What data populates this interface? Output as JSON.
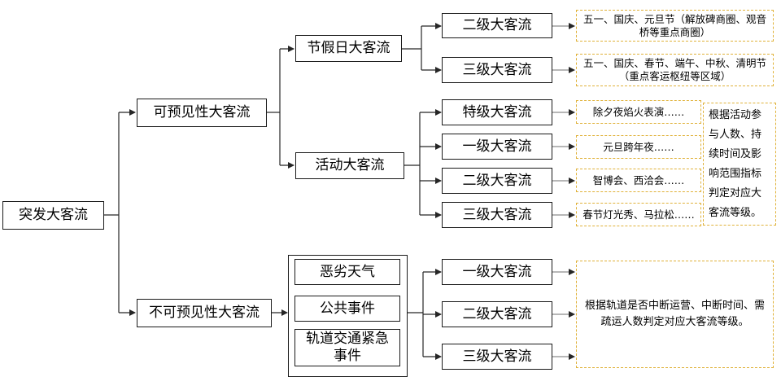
{
  "root": {
    "label": "突发大客流"
  },
  "predictable": {
    "label": "可预见性大客流",
    "holiday": {
      "label": "节假日大客流",
      "levels": [
        {
          "label": "二级大客流",
          "note": "五一、国庆、元旦节（解放碑商圈、观音桥等重点商圈）"
        },
        {
          "label": "三级大客流",
          "note": "五一、国庆、春节、端午、中秋、清明节（重点客运枢纽等区域）"
        }
      ]
    },
    "activity": {
      "label": "活动大客流",
      "levels": [
        {
          "label": "特级大客流",
          "note": "除夕夜焰火表演……"
        },
        {
          "label": "一级大客流",
          "note": "元旦跨年夜……"
        },
        {
          "label": "二级大客流",
          "note": "智博会、西洽会……"
        },
        {
          "label": "三级大客流",
          "note": "春节灯光秀、马拉松……"
        }
      ],
      "criteria": "根据活动参与人数、持续时间及影响范围指标判定对应大客流等级。"
    }
  },
  "unpredictable": {
    "label": "不可预见性大客流",
    "causes": [
      "恶劣天气",
      "公共事件",
      "轨道交通紧急事件"
    ],
    "levels": [
      "一级大客流",
      "二级大客流",
      "三级大客流"
    ],
    "criteria": "根据轨道是否中断运营、中断时间、需疏运人数判定对应大客流等级。"
  }
}
